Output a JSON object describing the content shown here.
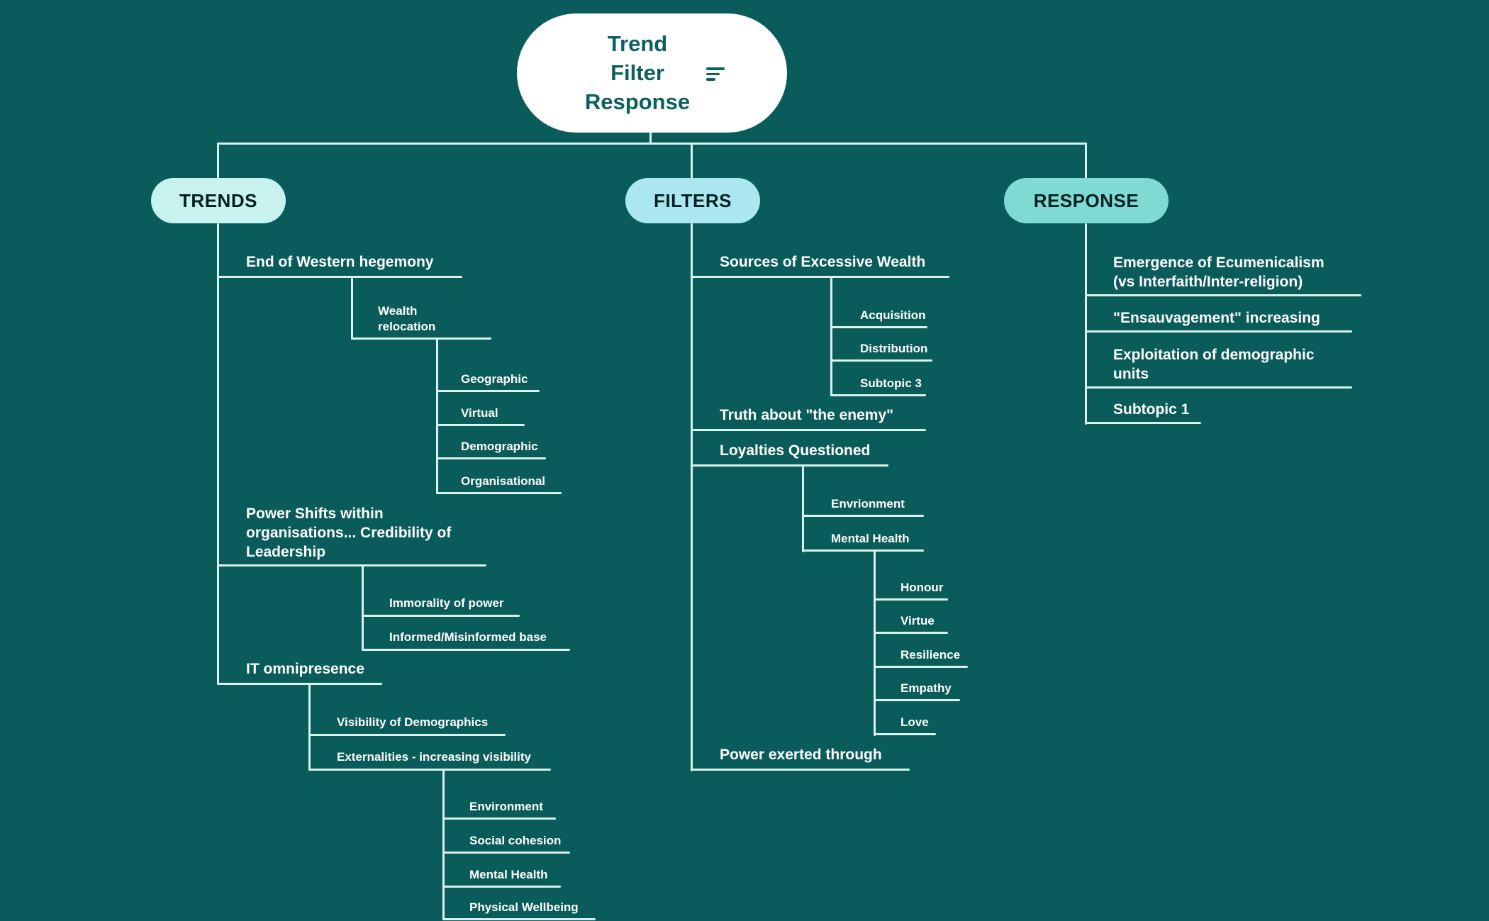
{
  "colors": {
    "bg": "#0a5c5a",
    "line": "#d8f2ee",
    "root-bg": "#ffffff",
    "root-text": "#0b615e",
    "pill-text": "#04201f",
    "label-text": "#ffffff",
    "trends-pill": "#c7f2ee",
    "filters-pill": "#abe7f1",
    "response-pill": "#7edad2"
  },
  "root": {
    "title": "Trend\nFilter\nResponse"
  },
  "trends": {
    "label": "TRENDS",
    "nodes": {
      "end_western": "End of Western hegemony",
      "wealth_relocation": "Wealth\nrelocation",
      "geographic": "Geographic",
      "virtual": "Virtual",
      "demographic": "Demographic",
      "organisational": "Organisational",
      "power_shifts": "Power Shifts within\norganisations... Credibility of\nLeadership",
      "immorality": "Immorality of power",
      "informed": "Informed/Misinformed base",
      "it_omnipresence": "IT omnipresence",
      "visibility": "Visibility of Demographics",
      "externalities": "Externalities - increasing visibility",
      "environment": "Environment",
      "social_cohesion": "Social cohesion",
      "mental_health": "Mental Health",
      "physical_wellbeing": "Physical Wellbeing"
    }
  },
  "filters": {
    "label": "FILTERS",
    "nodes": {
      "sources": "Sources of Excessive Wealth",
      "acquisition": "Acquisition",
      "distribution": "Distribution",
      "subtopic_3": "Subtopic 3",
      "truth_enemy": "Truth about \"the enemy\"",
      "loyalties": "Loyalties Questioned",
      "envrionment": "Envrionment",
      "mental_health": "Mental Health",
      "honour": "Honour",
      "virtue": "Virtue",
      "resilience": "Resilience",
      "empathy": "Empathy",
      "love": "Love",
      "power_exerted": "Power exerted through"
    }
  },
  "response": {
    "label": "RESPONSE",
    "nodes": {
      "emergence": "Emergence of Ecumenicalism\n(vs Interfaith/Inter-religion)",
      "ensauvagement": "\"Ensauvagement\" increasing",
      "exploitation": "Exploitation of demographic\nunits",
      "subtopic_1": "Subtopic 1"
    }
  }
}
